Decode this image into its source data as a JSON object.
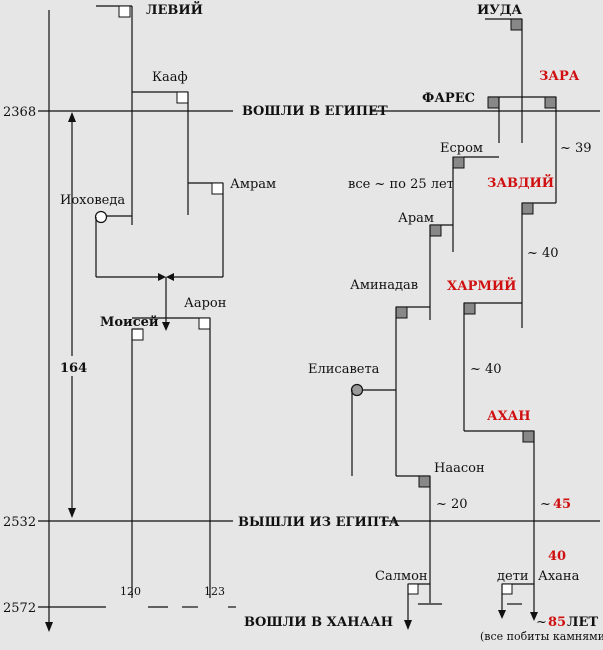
{
  "years": {
    "y2368": "2368",
    "y2532": "2532",
    "y2572": "2572"
  },
  "events": {
    "enter_egypt": "ВОШЛИ В ЕГИПЕТ",
    "exit_egypt": "ВЫШЛИ ИЗ  ЕГИПТА",
    "enter_canaan": "ВОШЛИ  В  ХАНААН"
  },
  "span": {
    "years_164": "164"
  },
  "left": {
    "leviy": "ЛЕВИЙ",
    "kaaf": "Кааф",
    "amram": "Амрам",
    "iohoveda": "Иоховеда",
    "aaron": "Аарон",
    "moisey": "Моисей",
    "age_moisey": "120",
    "age_aaron": "123"
  },
  "right": {
    "iuda": "ИУДА",
    "zara": "ЗАРА",
    "fares": "ФАРЕС",
    "esrom": "Есром",
    "all_25": "все ~ по 25 лет",
    "aram": "Арам",
    "aminadav": "Аминадав",
    "elisaveta": "Елисавета",
    "naason": "Наасон",
    "salmon": "Салмон",
    "zavdiy": "ЗАВДИЙ",
    "harmiy": "ХАРМИЙ",
    "ahan": "АХАН",
    "deti": "дети",
    "ahana": "Ахана",
    "gap_39": "~ 39",
    "gap_40a": "~ 40",
    "gap_40b": "~ 40",
    "gap_20": "~ 20",
    "gap_45_prefix": "~",
    "gap_45": "45",
    "num_40": "40",
    "gap_85_prefix": "~",
    "gap_85": "85",
    "gap_85_suffix": "ЛЕТ",
    "stoned": "(все побиты камнями)"
  }
}
